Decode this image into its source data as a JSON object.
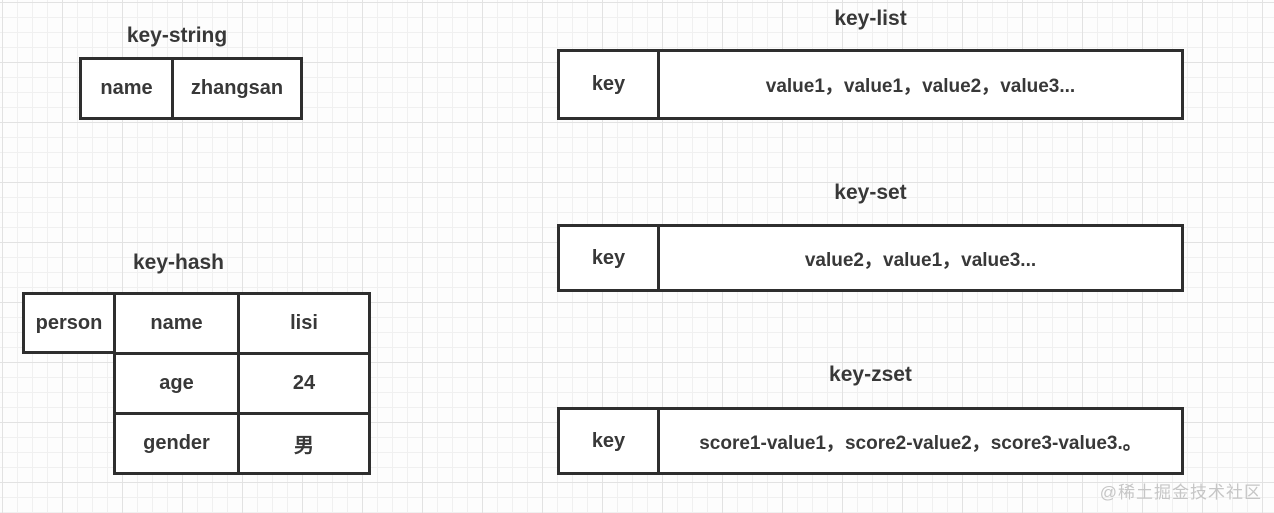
{
  "key_string": {
    "title": "key-string",
    "key": "name",
    "value": "zhangsan"
  },
  "key_hash": {
    "title": "key-hash",
    "key": "person",
    "rows": [
      {
        "field": "name",
        "value": "lisi"
      },
      {
        "field": "age",
        "value": "24"
      },
      {
        "field": "gender",
        "value": "男"
      }
    ]
  },
  "key_list": {
    "title": "key-list",
    "key": "key",
    "value": "value1，value1，value2，value3..."
  },
  "key_set": {
    "title": "key-set",
    "key": "key",
    "value": "value2，value1，value3..."
  },
  "key_zset": {
    "title": "key-zset",
    "key": "key",
    "value": "score1-value1，score2-value2，score3-value3.。"
  },
  "watermark": {
    "text": "@稀土掘金技术社区"
  }
}
